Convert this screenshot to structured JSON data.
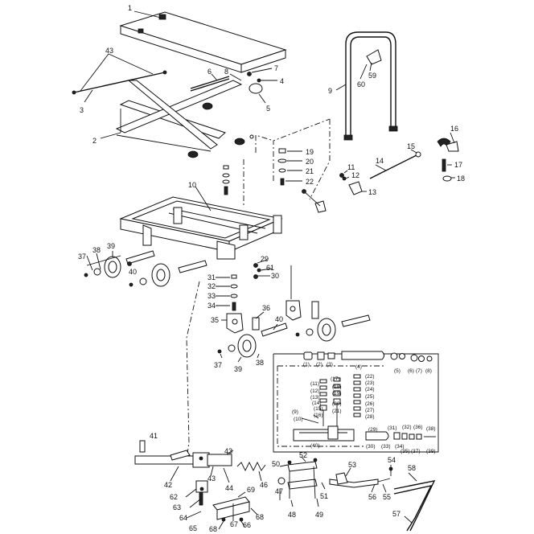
{
  "labels": {
    "l1": "1",
    "l2": "2",
    "l3": "3",
    "l4": "4",
    "l5": "5",
    "l6": "6",
    "l7": "7",
    "l8": "8",
    "l9": "9",
    "l10": "10",
    "l11": "11",
    "l12": "12",
    "l13": "13",
    "l14": "14",
    "l15": "15",
    "l16": "16",
    "l17": "17",
    "l18": "18",
    "l19": "19",
    "l20": "20",
    "l21": "21",
    "l22": "22",
    "l29": "29",
    "l30": "30",
    "l31": "31",
    "l32": "32",
    "l33": "33",
    "l34": "34",
    "l35": "35",
    "l36": "36",
    "l37a": "37",
    "l37b": "37",
    "l38a": "38",
    "l38b": "38",
    "l39a": "39",
    "l39b": "39",
    "l40a": "40",
    "l40b": "40",
    "l41": "41",
    "l42": "42",
    "l43a": "43",
    "l43b": "43",
    "l43c": "43",
    "l44": "44",
    "l46": "46",
    "l47": "47",
    "l48": "48",
    "l49": "49",
    "l50": "50",
    "l51": "51",
    "l52": "52",
    "l53": "53",
    "l54": "54",
    "l55": "55",
    "l56": "56",
    "l57": "57",
    "l58": "58",
    "l59": "59",
    "l60": "60",
    "l61": "61",
    "l62": "62",
    "l63": "63",
    "l64": "64",
    "l65": "65",
    "l66": "66",
    "l67": "67",
    "l68a": "68",
    "l68b": "68",
    "l69": "69"
  },
  "pump_labels": {
    "p1": "(1)",
    "p2": "(2)",
    "p3": "(3)",
    "p4": "(4)",
    "p5": "(5)",
    "p6": "(6)",
    "p7": "(7)",
    "p8": "(8)",
    "p9": "(9)",
    "p10": "(10)",
    "p11": "(11)",
    "p12": "(12)",
    "p13": "(13)",
    "p14": "(14)",
    "p15": "(15)",
    "p16": "(16)",
    "p17": "(17)",
    "p18": "(18)",
    "p19": "(19)",
    "p20": "(20)",
    "p21": "(21)",
    "p22": "(22)",
    "p23": "(23)",
    "p24": "(24)",
    "p25": "(25)",
    "p26": "(26)",
    "p27": "(27)",
    "p28": "(28)",
    "p29": "(29)",
    "p30": "(30)",
    "p31": "(31)",
    "p32": "(32)",
    "p33": "(33)",
    "p34": "(34)",
    "p35": "(35)",
    "p36": "(36)",
    "p37": "(37)",
    "p38": "(38)",
    "p39": "(39)",
    "p40": "(40)"
  }
}
